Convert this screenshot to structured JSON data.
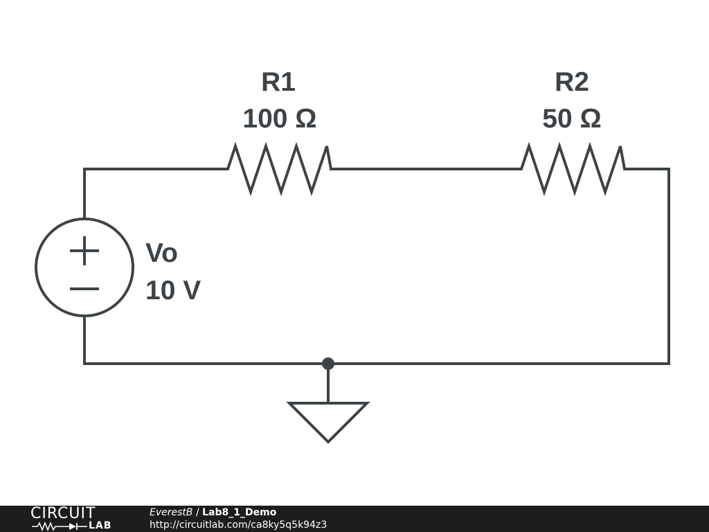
{
  "components": {
    "r1": {
      "name": "R1",
      "value": "100 Ω"
    },
    "r2": {
      "name": "R2",
      "value": "50 Ω"
    },
    "vsource": {
      "name": "Vo",
      "value": "10 V"
    }
  },
  "footer": {
    "logo_top": "CIRCUIT",
    "logo_bottom": "LAB",
    "author": "EverestB",
    "separator": " / ",
    "title": "Lab8_1_Demo",
    "url": "http://circuitlab.com/ca8ky5q5k94z3"
  },
  "colors": {
    "ink": "#3d4347",
    "footer_bg": "#1d1d1d",
    "footer_text": "#ffffff"
  }
}
